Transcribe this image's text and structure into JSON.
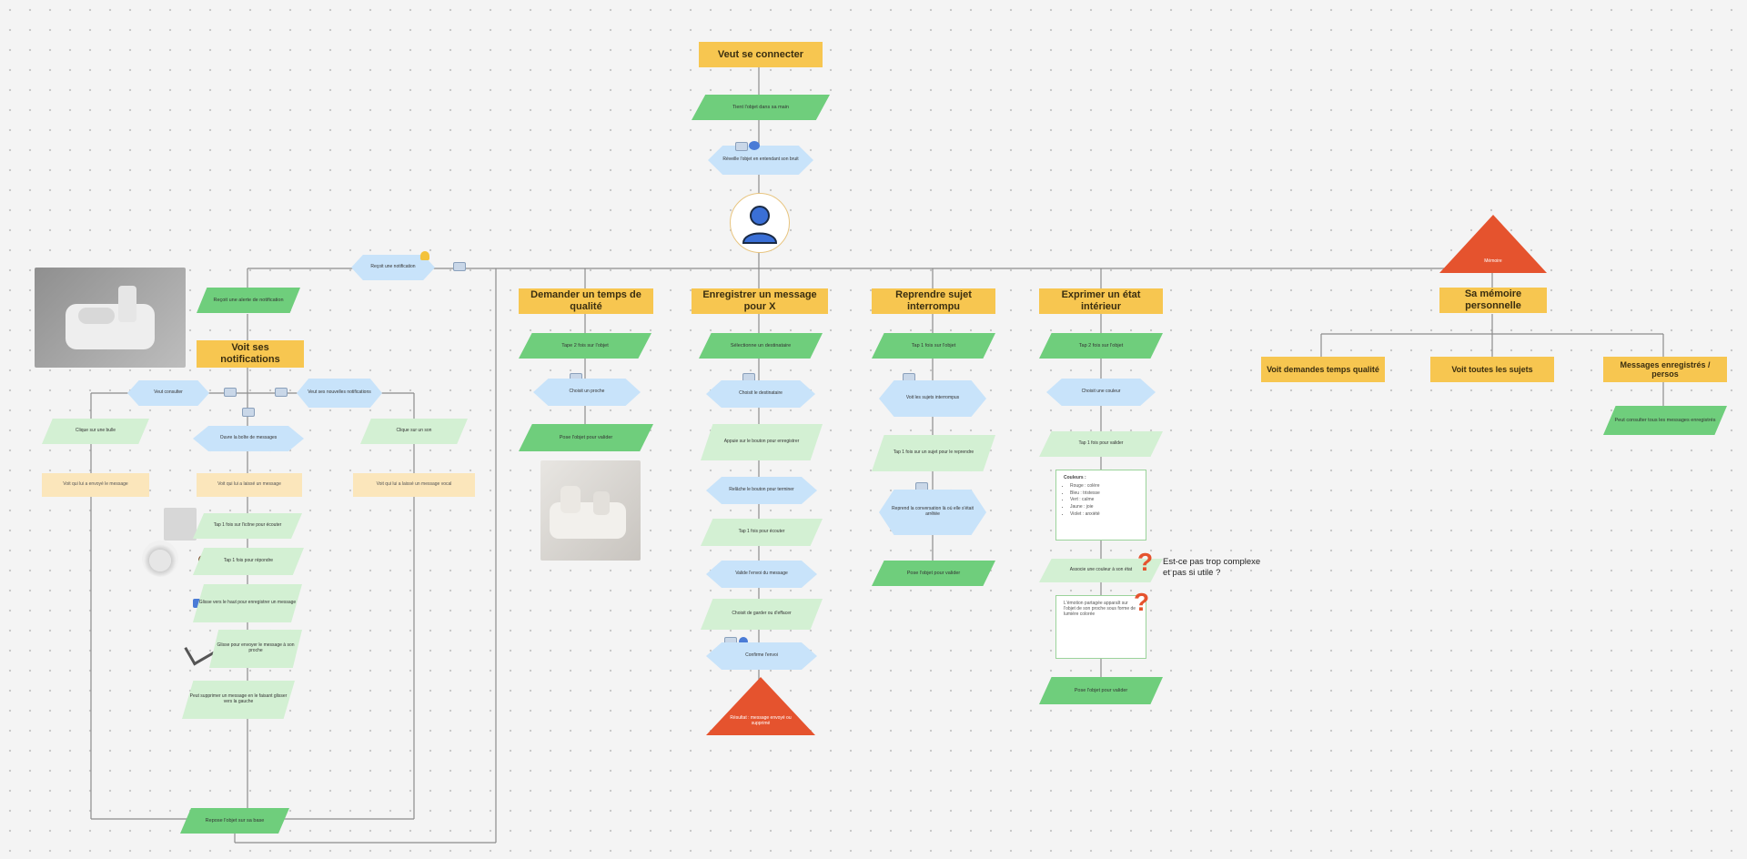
{
  "canvas": {
    "top": {
      "title": "Veut se connecter",
      "step1": "Tient l'objet dans sa main",
      "step2": "Réveille l'objet en entendant son bruit"
    },
    "branch_left": {
      "trigger": "Reçoit une notification",
      "step1": "Reçoit une alerte de notification",
      "title": "Voit ses notifications",
      "choice_a": "Veut consulter",
      "choice_b": "Veut ses nouvelles notifications",
      "a_step1": "Clique sur une bulle",
      "a_step2": "Voit qui lui a envoyé le message",
      "mid_step1": "Ouvre la boîte de messages",
      "mid_step2": "Voit qui lui a laissé un message",
      "actions": [
        "Tap 1 fois sur l'icône pour écouter",
        "Tap 1 fois pour répondre",
        "Glisse vers le haut pour enregistrer un message",
        "Glisse pour envoyer le message à son proche",
        "Peut supprimer un message en le faisant glisser vers la gauche"
      ],
      "c_step1": "Clique sur un son",
      "c_step2": "Voit qui lui a laissé un message vocal",
      "end": "Repose l'objet sur sa base"
    },
    "col2": {
      "title": "Demander un temps de qualité",
      "step1": "Tape 2 fois sur l'objet",
      "step2": "Choisit un proche",
      "step3": "Pose l'objet pour valider"
    },
    "col3": {
      "title": "Enregistrer un message pour X",
      "steps": [
        "Sélectionne un destinataire",
        "Choisit le destinataire",
        "Appuie sur le bouton pour enregistrer",
        "Relâche le bouton pour terminer",
        "Tap 1 fois pour écouter",
        "Valide l'envoi du message",
        "Choisit de garder ou d'effacer",
        "Confirme l'envoi"
      ],
      "triangle": "Résultat : message envoyé ou supprimé"
    },
    "col4": {
      "title": "Reprendre sujet interrompu",
      "steps": [
        "Tap 1 fois sur l'objet",
        "Voit les sujets interrompus",
        "Tap 1 fois sur un sujet pour le reprendre",
        "Reprend la conversation là où elle s'était arrêtée",
        "Pose l'objet pour valider"
      ]
    },
    "col5": {
      "title": "Exprimer un état intérieur",
      "steps": [
        "Tap 2 fois sur l'objet",
        "Choisit une couleur",
        "Tap 1 fois pour valider"
      ],
      "doc_title": "Couleurs :",
      "doc_items": [
        "Rouge : colère",
        "Bleu : tristesse",
        "Vert : calme",
        "Jaune : joie",
        "Violet : anxiété"
      ],
      "mid": "Associe une couleur à son état",
      "doc2": "L'émotion partagée apparaît sur l'objet de son proche sous forme de lumière colorée",
      "end": "Pose l'objet pour valider",
      "note": "Est-ce pas trop complexe et pas si utile ?"
    },
    "right": {
      "triangle": "Mémoire",
      "title": "Sa mémoire personnelle",
      "items": [
        "Voit demandes temps qualité",
        "Voit toutes les sujets",
        "Messages enregistrés / persos"
      ],
      "sub": "Peut consulter tous les messages enregistrés"
    }
  },
  "colors": {
    "yellow": "#f7c650",
    "green": "#6fce7c",
    "light_green": "#d3f0d3",
    "blue": "#c8e3fa",
    "red": "#e5532e",
    "connector": "#8a8a8a"
  }
}
